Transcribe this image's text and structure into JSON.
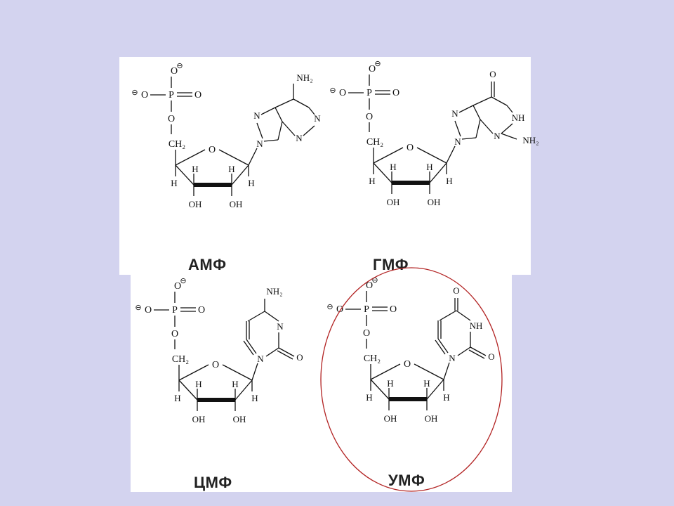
{
  "molecules": [
    {
      "name": "АМФ",
      "base_label": "NH₂",
      "phosphate": {
        "p": "P",
        "o": "O",
        "charge": "⊖"
      },
      "ch2": "CH₂",
      "ring_o": "O",
      "oh": "OH",
      "h": "H",
      "n": "N"
    },
    {
      "name": "ГМФ",
      "base_label": "O",
      "nh": "NH",
      "nh2": "NH₂",
      "phosphate": {
        "p": "P",
        "o": "O",
        "charge": "⊖"
      },
      "ch2": "CH₂",
      "ring_o": "O",
      "oh": "OH",
      "h": "H",
      "n": "N"
    },
    {
      "name": "ЦМФ",
      "base_label": "NH₂",
      "phosphate": {
        "p": "P",
        "o": "O",
        "charge": "⊖"
      },
      "ch2": "CH₂",
      "ring_o": "O",
      "oh": "OH",
      "h": "H",
      "n": "N"
    },
    {
      "name": "УМФ",
      "base_label": "O",
      "nh": "NH",
      "phosphate": {
        "p": "P",
        "o": "O",
        "charge": "⊖"
      },
      "ch2": "CH₂",
      "ring_o": "O",
      "oh": "OH",
      "h": "H",
      "n": "N"
    }
  ],
  "highlight": {
    "target": "УМФ",
    "color": "#b22222"
  },
  "colors": {
    "background": "#d3d3ef",
    "panel": "#ffffff",
    "ink": "#111111"
  }
}
